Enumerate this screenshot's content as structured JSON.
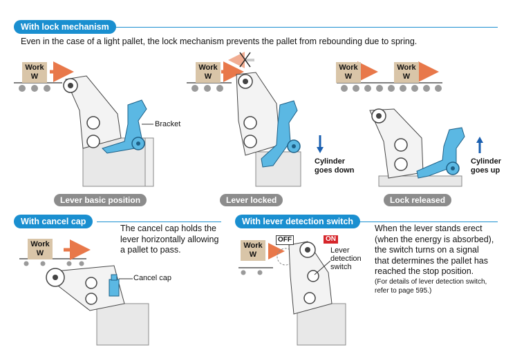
{
  "sections": {
    "lock": {
      "title": "With lock mechanism",
      "intro": "Even in the case of a light pallet, the lock mechanism prevents the pallet from rebounding due to spring."
    },
    "cancel": {
      "title": "With cancel cap",
      "desc_lines": [
        "The cancel cap holds the",
        "lever horizontally allowing",
        "a pallet to pass."
      ]
    },
    "detect": {
      "title": "With lever detection switch",
      "desc_lines": [
        "When the lever stands erect",
        "(when the energy is absorbed),",
        "the switch turns on a signal",
        "that determines the pallet has",
        "reached the stop position."
      ],
      "note_lines": [
        "(For details of lever detection switch,",
        "refer to page 595.)"
      ]
    }
  },
  "work": {
    "line1": "Work",
    "line2": "W"
  },
  "labels": {
    "bracket": "Bracket",
    "cylinder_down": [
      "Cylinder",
      "goes down"
    ],
    "cylinder_up": [
      "Cylinder",
      "goes up"
    ],
    "cancel_cap": "Cancel cap",
    "off": "OFF",
    "on": "ON",
    "lever_detection_switch": [
      "Lever",
      "detection",
      "switch"
    ]
  },
  "captions": [
    "Lever basic position",
    "Lever locked",
    "Lock released"
  ],
  "colors": {
    "accent": "#1a8fd0",
    "lever": "#5bb8e3",
    "body": "#e8e8e8",
    "arrow": "#e8784a",
    "work": "#d9c5a8",
    "roller": "#9a9a9a",
    "on": "#d6262b"
  }
}
